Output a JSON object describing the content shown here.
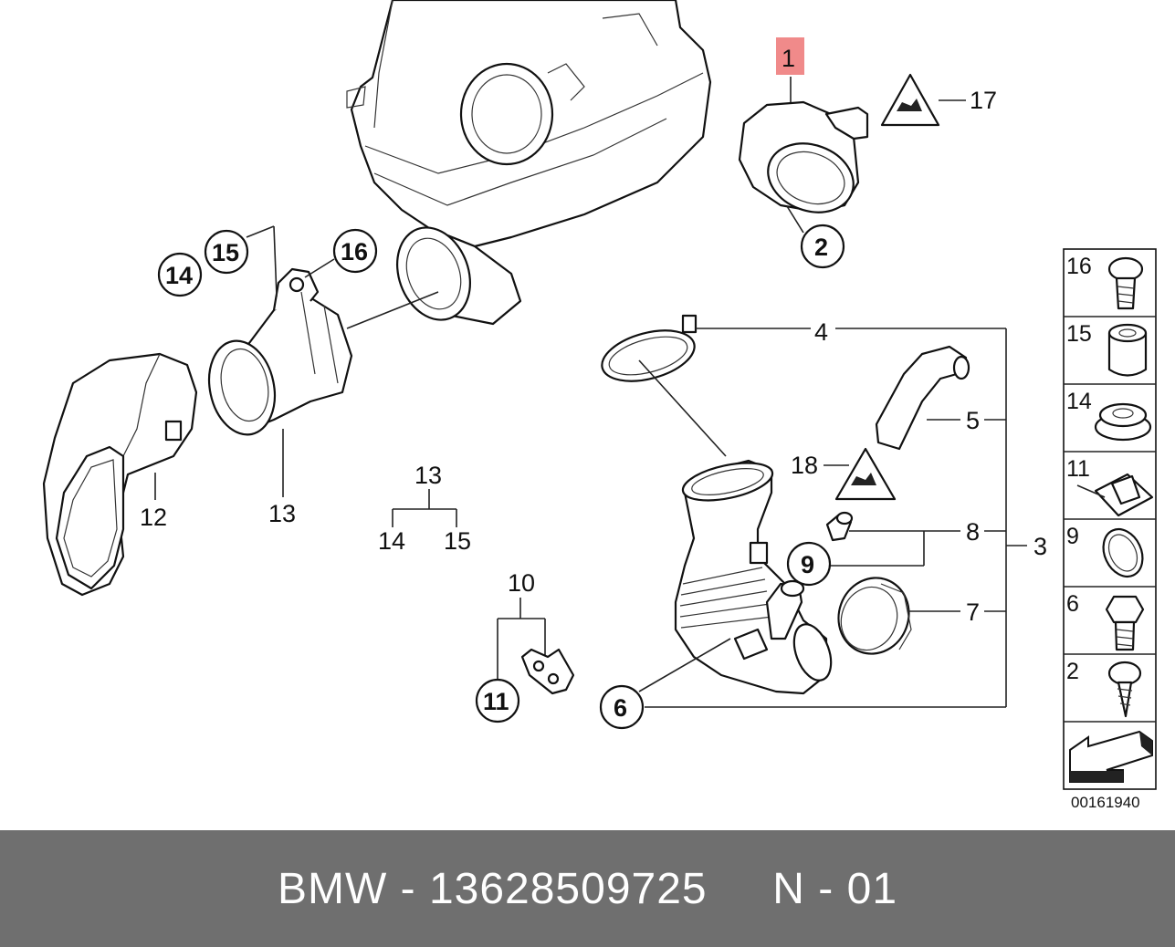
{
  "labels": {
    "l1": "1",
    "l2": "2",
    "l3": "3",
    "l4": "4",
    "l5": "5",
    "l6": "6",
    "l7": "7",
    "l8": "8",
    "l9": "9",
    "l10": "10",
    "l11": "11",
    "l12": "12",
    "l13a": "13",
    "l13b": "13",
    "l14a": "14",
    "l14b": "14",
    "l15a": "15",
    "l15b": "15",
    "l16": "16",
    "l17": "17",
    "l18": "18"
  },
  "side_panel": {
    "items": [
      "16",
      "15",
      "14",
      "11",
      "9",
      "6",
      "2"
    ],
    "part_number": "00161940"
  },
  "footer": {
    "brand": "BMW",
    "separator": "-",
    "oem_number": "13628509725",
    "position": "N - 01"
  },
  "colors": {
    "highlight": "#f08a8a",
    "footer_bg": "#6f6f6f",
    "footer_text": "#ffffff"
  }
}
